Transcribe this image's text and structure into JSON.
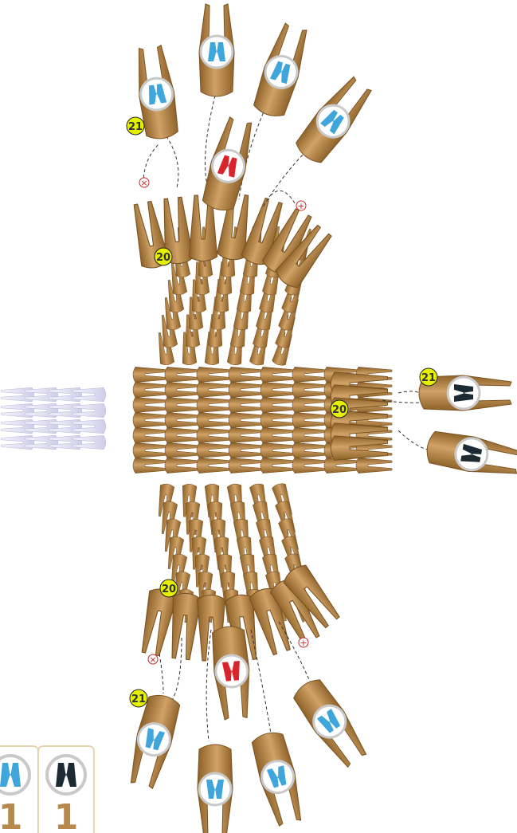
{
  "colors": {
    "brown": "#b8894d",
    "brown_dark": "#7a5322",
    "brown_light": "#d7ac72",
    "white_piece": "#ecebf8",
    "white_piece_edge": "#bdbbdc",
    "blue_icon": "#3fa6dc",
    "red_icon": "#d8242a",
    "dark_icon": "#1c2a33",
    "step_badge": "#e6f100",
    "badge_ring": "#f0f0f0",
    "legend_border": "#e3c79a"
  },
  "step_labels": {
    "current_row": "20",
    "next_row": "21"
  },
  "marks": {
    "add": "+",
    "remove": "×"
  },
  "legend": {
    "cell_1": {
      "icon": "blue-module-icon",
      "count": "1"
    },
    "cell_2": {
      "icon": "dark-module-icon",
      "count": "1"
    }
  }
}
